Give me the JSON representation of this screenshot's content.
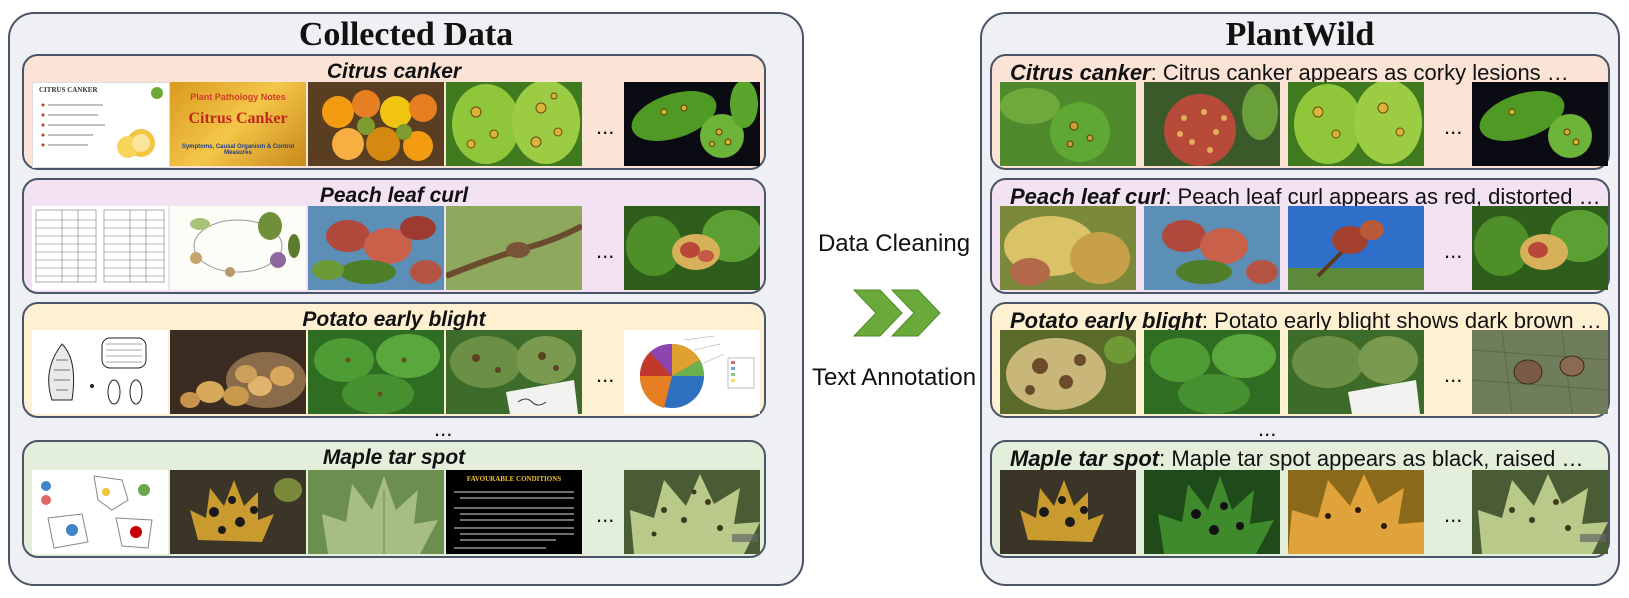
{
  "left_panel": {
    "title": "Collected Data",
    "rows": [
      {
        "label": "Citrus canker",
        "ellipsis": "..."
      },
      {
        "label": "Peach leaf curl",
        "ellipsis": "..."
      },
      {
        "label": "Potato early blight",
        "ellipsis": "..."
      },
      {
        "label": "Maple tar spot",
        "ellipsis": "..."
      }
    ],
    "vertical_ellipsis": "...",
    "thumb_texts": {
      "citrus_slide_title": "CITRUS CANKER",
      "citrus_notes_1": "Plant Pathology Notes",
      "citrus_notes_2": "Citrus Canker",
      "citrus_notes_3": "Symptoms, Causal Organism & Control Measures",
      "maple_box_title": "FAVOURABLE CONDITIONS"
    }
  },
  "middle": {
    "step1": "Data Cleaning",
    "step2": "Text Annotation",
    "arrow_color": "#6aaa3a"
  },
  "right_panel": {
    "title": "PlantWild",
    "rows": [
      {
        "name": "Citrus canker",
        "desc": ": Citrus canker appears as corky lesions …",
        "ellipsis": "..."
      },
      {
        "name": "Peach leaf curl",
        "desc": ": Peach leaf curl appears as red, distorted  …",
        "ellipsis": "..."
      },
      {
        "name": "Potato early blight",
        "desc": ": Potato early blight shows dark brown …",
        "ellipsis": "..."
      },
      {
        "name": "Maple tar spot",
        "desc": ": Maple tar spot appears as black, raised …",
        "ellipsis": "..."
      }
    ],
    "vertical_ellipsis": "..."
  },
  "colors": {
    "row_citrus": "#fbe3d6",
    "row_peach": "#f2e2f2",
    "row_potato": "#fdf1d2",
    "row_maple": "#e3efda",
    "panel_border": "#4a5568"
  }
}
